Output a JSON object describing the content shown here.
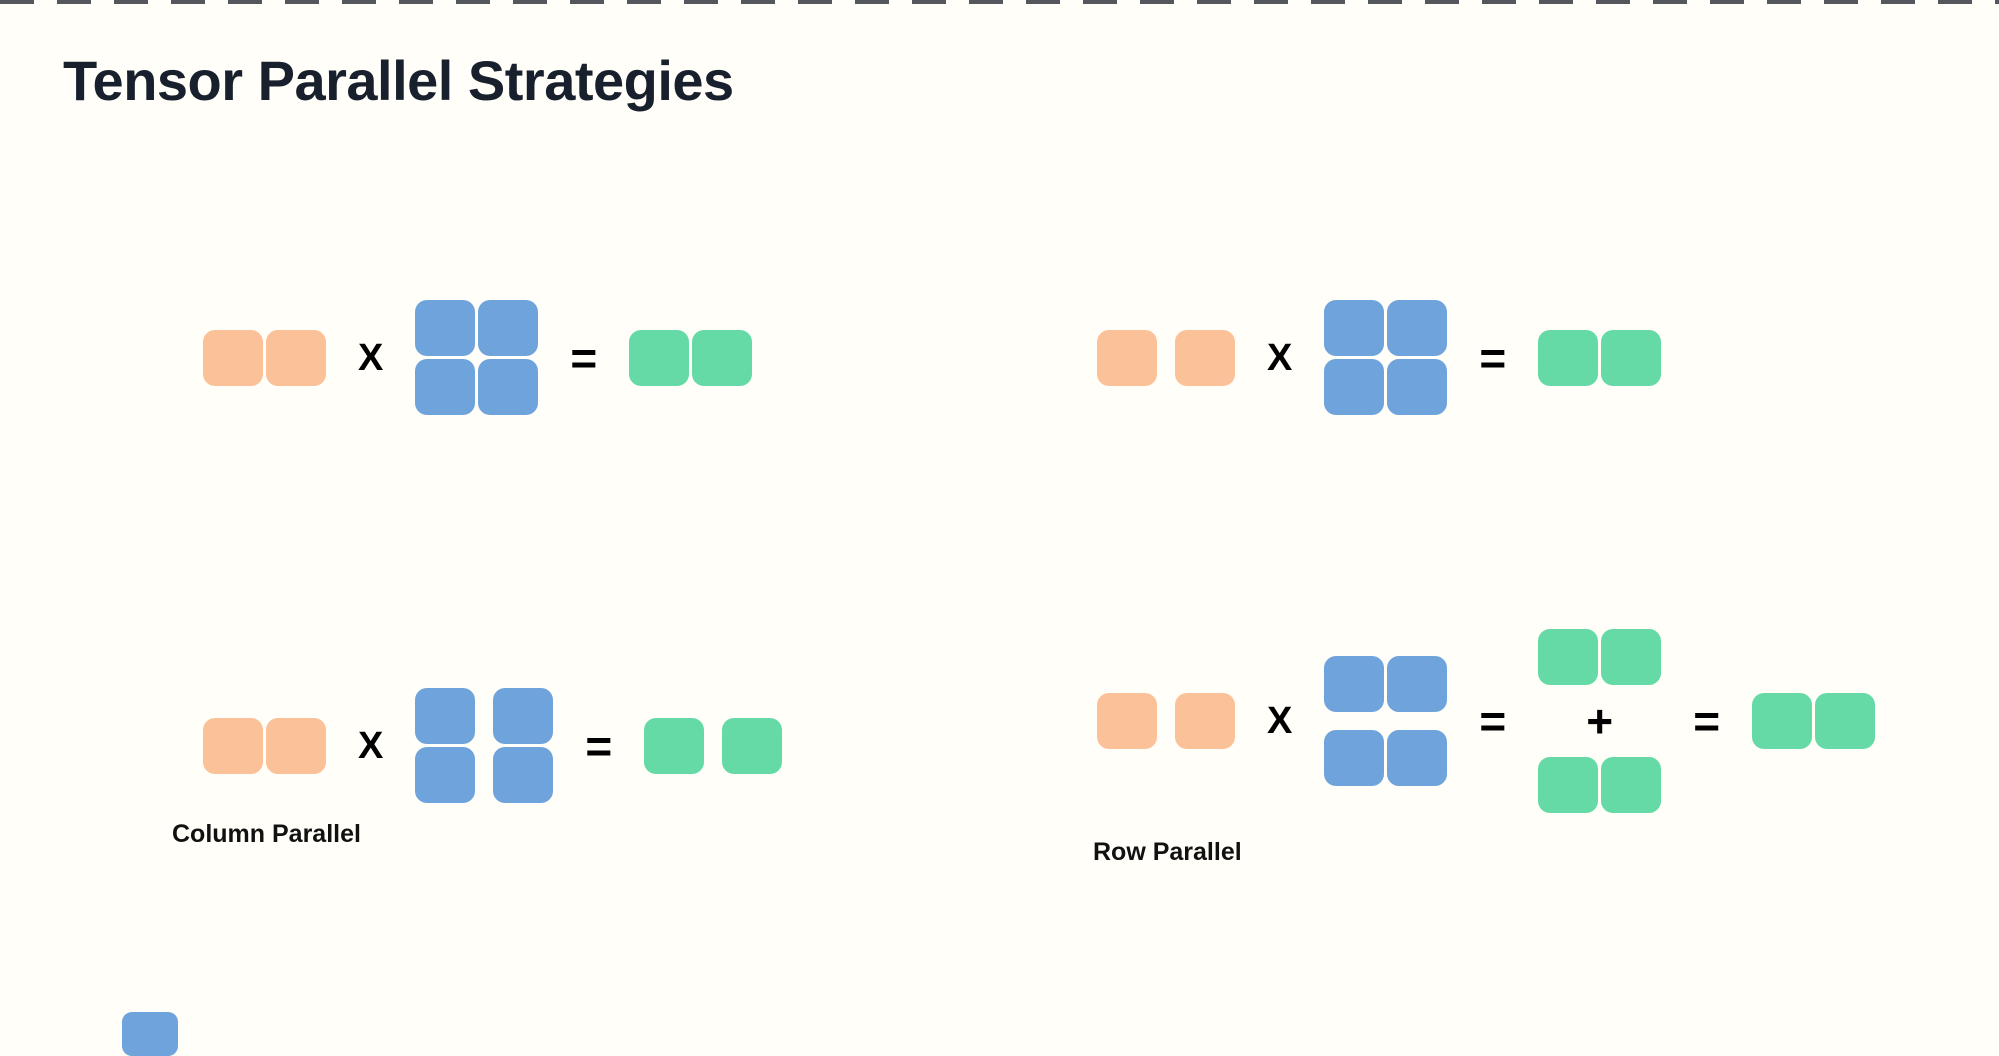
{
  "page": {
    "title": "Tensor Parallel Strategies"
  },
  "colors": {
    "background": "#FFFEF8",
    "title_text": "#19202D",
    "label_text": "#111111",
    "operator_text": "#000000",
    "canvas_dash": "#41454D",
    "input_block_orange": "#FBC198",
    "weight_block_blue": "#6FA3DB",
    "output_block_green": "#65DAA7"
  },
  "labels": {
    "column_parallel": "Column Parallel",
    "row_parallel": "Row Parallel"
  },
  "figures": [
    {
      "name": "replicated-matmul-top-left",
      "terms": [
        {
          "kind": "blocks",
          "role": "input-activation",
          "color": "input_block_orange",
          "rows": 1,
          "cols": 2,
          "col_gap": "tight",
          "row_gap": "tight"
        },
        {
          "kind": "op",
          "symbol": "X"
        },
        {
          "kind": "blocks",
          "role": "weight-matrix",
          "color": "weight_block_blue",
          "rows": 2,
          "cols": 2,
          "col_gap": "tight",
          "row_gap": "tight"
        },
        {
          "kind": "op",
          "symbol": "="
        },
        {
          "kind": "blocks",
          "role": "output-activation",
          "color": "output_block_green",
          "rows": 1,
          "cols": 2,
          "col_gap": "tight",
          "row_gap": "tight"
        }
      ]
    },
    {
      "name": "replicated-matmul-top-right",
      "terms": [
        {
          "kind": "blocks",
          "role": "input-activation",
          "color": "input_block_orange",
          "rows": 1,
          "cols": 2,
          "col_gap": "wide",
          "row_gap": "tight"
        },
        {
          "kind": "op",
          "symbol": "X"
        },
        {
          "kind": "blocks",
          "role": "weight-matrix",
          "color": "weight_block_blue",
          "rows": 2,
          "cols": 2,
          "col_gap": "tight",
          "row_gap": "tight"
        },
        {
          "kind": "op",
          "symbol": "="
        },
        {
          "kind": "blocks",
          "role": "output-activation",
          "color": "output_block_green",
          "rows": 1,
          "cols": 2,
          "col_gap": "tight",
          "row_gap": "tight"
        }
      ]
    },
    {
      "name": "column-parallel-matmul",
      "caption": "Column Parallel",
      "terms": [
        {
          "kind": "blocks",
          "role": "input-activation",
          "color": "input_block_orange",
          "rows": 1,
          "cols": 2,
          "col_gap": "tight",
          "row_gap": "tight"
        },
        {
          "kind": "op",
          "symbol": "X"
        },
        {
          "kind": "blocks",
          "role": "weight-matrix-column-split",
          "color": "weight_block_blue",
          "rows": 2,
          "cols": 2,
          "col_gap": "wide",
          "row_gap": "tight"
        },
        {
          "kind": "op",
          "symbol": "="
        },
        {
          "kind": "blocks",
          "role": "output-activation-column-split",
          "color": "output_block_green",
          "rows": 1,
          "cols": 2,
          "col_gap": "wide",
          "row_gap": "tight"
        }
      ]
    },
    {
      "name": "row-parallel-matmul",
      "caption": "Row Parallel",
      "terms": [
        {
          "kind": "blocks",
          "role": "input-activation",
          "color": "input_block_orange",
          "rows": 1,
          "cols": 2,
          "col_gap": "wide",
          "row_gap": "tight"
        },
        {
          "kind": "op",
          "symbol": "X"
        },
        {
          "kind": "blocks",
          "role": "weight-matrix-row-split",
          "color": "weight_block_blue",
          "rows": 2,
          "cols": 2,
          "col_gap": "tight",
          "row_gap": "wide"
        },
        {
          "kind": "op",
          "symbol": "="
        },
        {
          "kind": "stack",
          "items": [
            {
              "kind": "blocks",
              "role": "partial-output",
              "color": "output_block_green",
              "rows": 1,
              "cols": 2,
              "col_gap": "tight",
              "row_gap": "tight"
            },
            {
              "kind": "op",
              "symbol": "+"
            },
            {
              "kind": "blocks",
              "role": "partial-output",
              "color": "output_block_green",
              "rows": 1,
              "cols": 2,
              "col_gap": "tight",
              "row_gap": "tight"
            }
          ]
        },
        {
          "kind": "op",
          "symbol": "="
        },
        {
          "kind": "blocks",
          "role": "output-activation",
          "color": "output_block_green",
          "rows": 1,
          "cols": 2,
          "col_gap": "tight",
          "row_gap": "tight"
        }
      ]
    }
  ]
}
